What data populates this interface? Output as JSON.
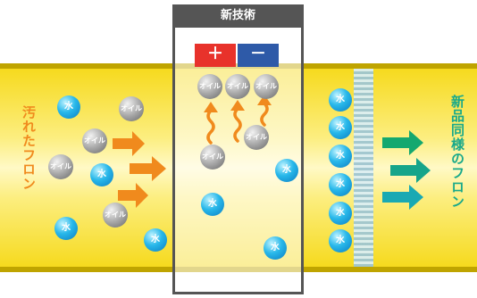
{
  "header": {
    "title": "新技術"
  },
  "electrodes": {
    "plus": "＋",
    "minus": "－"
  },
  "labels": {
    "dirty": "汚れたフロン",
    "clean": "新品同様のフロン"
  },
  "molecules": {
    "water": "水",
    "oil": "オイル"
  },
  "colors": {
    "pipe": "#f6da1e",
    "orange_arrow": "#f08a1d",
    "teal_arrow": "#19a98a",
    "water": "#28b8ea",
    "oil": "#8c8c8c",
    "plus": "#e8322b",
    "minus": "#2e5aa8"
  }
}
